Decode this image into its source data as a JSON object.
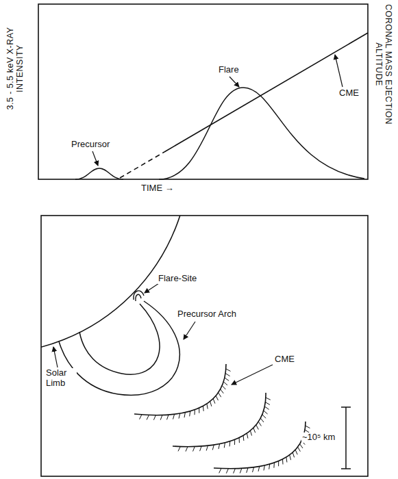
{
  "diagram": {
    "labels": [
      "3.5 - 5.5 keV X-RAY INTENSITY",
      "CORONAL MASS EJECTION ALTITUDE",
      "Precursor",
      "Flare",
      "CME",
      "TIME →",
      "Flare-Site",
      "Precursor Arch",
      "CME",
      "Solar Limb",
      "~10⁵ km"
    ]
  }
}
